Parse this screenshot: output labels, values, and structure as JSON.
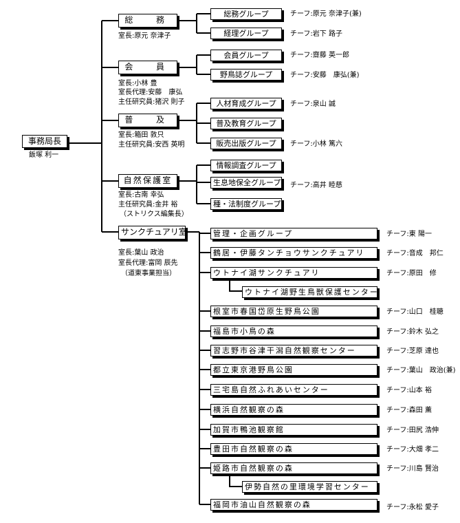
{
  "root": {
    "title": "事務局長",
    "person": "飯塚 利一"
  },
  "rooms": [
    {
      "name": "総　務　室",
      "staff": [
        "室長:原元 奈津子"
      ],
      "groups": [
        {
          "name": "総務グループ",
          "chief": "チーフ:原元 奈津子(兼)"
        },
        {
          "name": "経理グループ",
          "chief": "チーフ:岩下 路子"
        }
      ]
    },
    {
      "name": "会　員　室",
      "staff": [
        "室長:小林 豊",
        "室長代理:安藤　康弘",
        "主任研究員:猪沢 則子"
      ],
      "groups": [
        {
          "name": "会員グループ",
          "chief": "チーフ:齋藤 英一郎"
        },
        {
          "name": "野鳥誌グループ",
          "chief": "チーフ:安藤　康弘(兼)"
        }
      ]
    },
    {
      "name": "普　及　室",
      "staff": [
        "室長:箱田 敦只",
        "主任研究員:安西 英明"
      ],
      "groups": [
        {
          "name": "人材育成グループ",
          "chief": "チーフ:泉山 誠"
        },
        {
          "name": "普及教育グループ",
          "chief": ""
        },
        {
          "name": "販売出版グループ",
          "chief": "チーフ:小林 篤六"
        }
      ]
    },
    {
      "name": "自然保護室",
      "staff": [
        "室長:古南 幸弘",
        "主任研究員:金井 裕",
        "（ストリクス編集長）"
      ],
      "groups": [
        {
          "name": "情報調査グループ",
          "chief": ""
        },
        {
          "name": "生息地保全グループ",
          "chief": "チーフ:高井 睦慈"
        },
        {
          "name": "種・法制度グループ",
          "chief": ""
        }
      ]
    },
    {
      "name": "サンクチュアリ室",
      "staff": [
        "室長:葉山 政治",
        "室長代理:富岡 辰先",
        "（道東事業担当）"
      ],
      "groups": [
        {
          "name": "管理・企画グループ",
          "chief": "チーフ:東 陽一"
        },
        {
          "name": "鶴居・伊藤タンチョウサンクチュアリ",
          "chief": "チーフ:音成　邦仁"
        },
        {
          "name": "ウトナイ湖サンクチュアリ",
          "chief": "チーフ:原田　修",
          "sub": "ウトナイ湖野生鳥獣保護センター"
        },
        {
          "name": "根室市春国岱原生野鳥公園",
          "chief": "チーフ:山口　桂聴"
        },
        {
          "name": "福島市小鳥の森",
          "chief": "チーフ:鈴木 弘之"
        },
        {
          "name": "習志野市谷津干潟自然観察センター",
          "chief": "チーフ:芝原 達也"
        },
        {
          "name": "都立東京港野鳥公園",
          "chief": "チーフ:葉山　政治(兼)"
        },
        {
          "name": "三宅島自然ふれあいセンター",
          "chief": "チーフ:山本 裕"
        },
        {
          "name": "横浜自然観察の森",
          "chief": "チーフ:森田 薫"
        },
        {
          "name": "加賀市鴨池観察館",
          "chief": "チーフ:田尻 浩伸"
        },
        {
          "name": "豊田市自然観察の森",
          "chief": "チーフ:大畑 孝二"
        },
        {
          "name": "姫路市自然観察の森",
          "chief": "チーフ:川島 賢治",
          "sub": "伊勢自然の里環境学習センター"
        },
        {
          "name": "福岡市油山自然観察の森",
          "chief": "チーフ:永松 愛子"
        }
      ]
    }
  ]
}
